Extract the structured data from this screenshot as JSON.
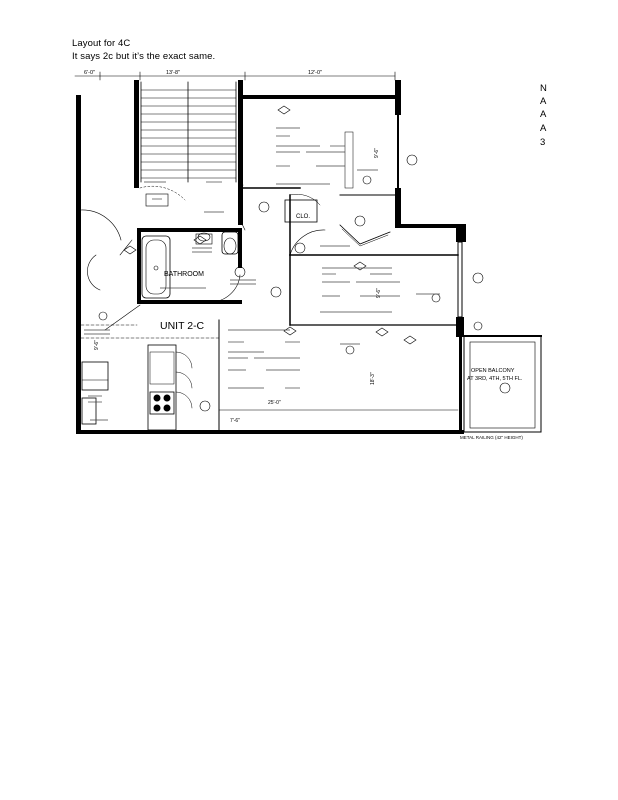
{
  "header": {
    "line1": "Layout for 4C",
    "line2": "It says 2c but it’s the exact same."
  },
  "plan": {
    "unit_title": "UNIT 2-C",
    "bathroom_label": "BATHROOM",
    "closet_label": "CLO.",
    "balcony_label1": "OPEN BALCONY",
    "balcony_label2": "AT 3RD, 4TH, 5TH FL.",
    "rail_label": "METAL RAILING (42\" HEIGHT)",
    "margin_letters": [
      "N",
      "A",
      "A",
      "A",
      "3"
    ],
    "dim_top_left": "6'-0\"",
    "dim_top_mid": "13'-8\"",
    "dim_top_right": "12'-0\"",
    "dim_lr_width": "25'-0\"",
    "dim_bath": "7'-6\"",
    "dim_lr_depth": "18'-3\"",
    "dim_kitchen": "9'-6\"",
    "dim_bed2_depth": "9'-6\"",
    "dim_bed1_depth": "9'-6\""
  }
}
